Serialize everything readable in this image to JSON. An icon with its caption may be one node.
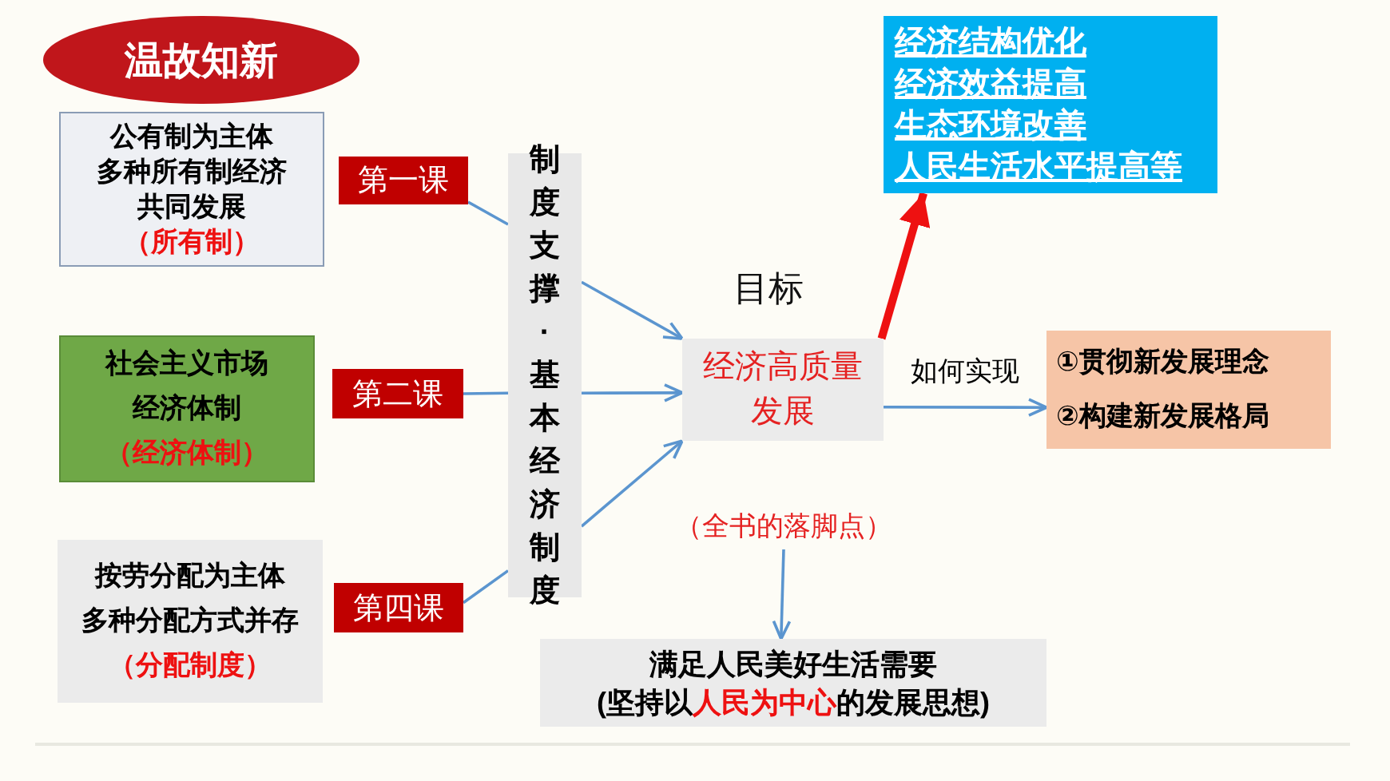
{
  "diagram": {
    "nodes": [
      {
        "text": [
          "温故知新"
        ]
      },
      {
        "text": [
          "公有制为主体",
          "多种所有制经济",
          "共同发展",
          "（所有制）"
        ]
      },
      {
        "text": [
          "第一课"
        ]
      },
      {
        "text": [
          "社会主义市场经济体制",
          "（经济体制）"
        ]
      },
      {
        "text": [
          "第二课"
        ]
      },
      {
        "text": [
          "按劳分配为主体",
          "多种分配方式并存",
          "（分配制度）"
        ]
      },
      {
        "text": [
          "第四课"
        ]
      },
      {
        "text": [
          "制度支撑·基本经济制度"
        ]
      },
      {
        "text": [
          "目标",
          "经济高质量发展"
        ]
      },
      {
        "text": [
          "经济结构优化",
          "经济效益提高",
          "生态环境改善",
          "人民生活水平提高等"
        ]
      },
      {
        "text": [
          "①贯彻新发展理念",
          "②构建新发展格局"
        ]
      },
      {
        "text": [
          "（全书的落脚点）"
        ]
      },
      {
        "text": [
          "满足人民美好生活需要",
          "(坚持以**人民为中心**的发展思想)"
        ]
      }
    ],
    "edges": [
      {
        "from": 2,
        "to": 7,
        "arrow": "none"
      },
      {
        "from": 4,
        "to": 7,
        "arrow": "none"
      },
      {
        "from": 6,
        "to": 7,
        "arrow": "none"
      },
      {
        "from": 7,
        "to": 8,
        "arrow": "to"
      },
      {
        "from": 7,
        "to": 8,
        "arrow": "to"
      },
      {
        "from": 7,
        "to": 8,
        "arrow": "to"
      },
      {
        "from": 8,
        "to": 9,
        "arrow": "to",
        "style": "thick",
        "color": "#ee1111"
      },
      {
        "from": 8,
        "to": 10,
        "arrow": "to",
        "label": "如何实现"
      },
      {
        "from": 11,
        "to": 12,
        "arrow": "to"
      }
    ]
  }
}
